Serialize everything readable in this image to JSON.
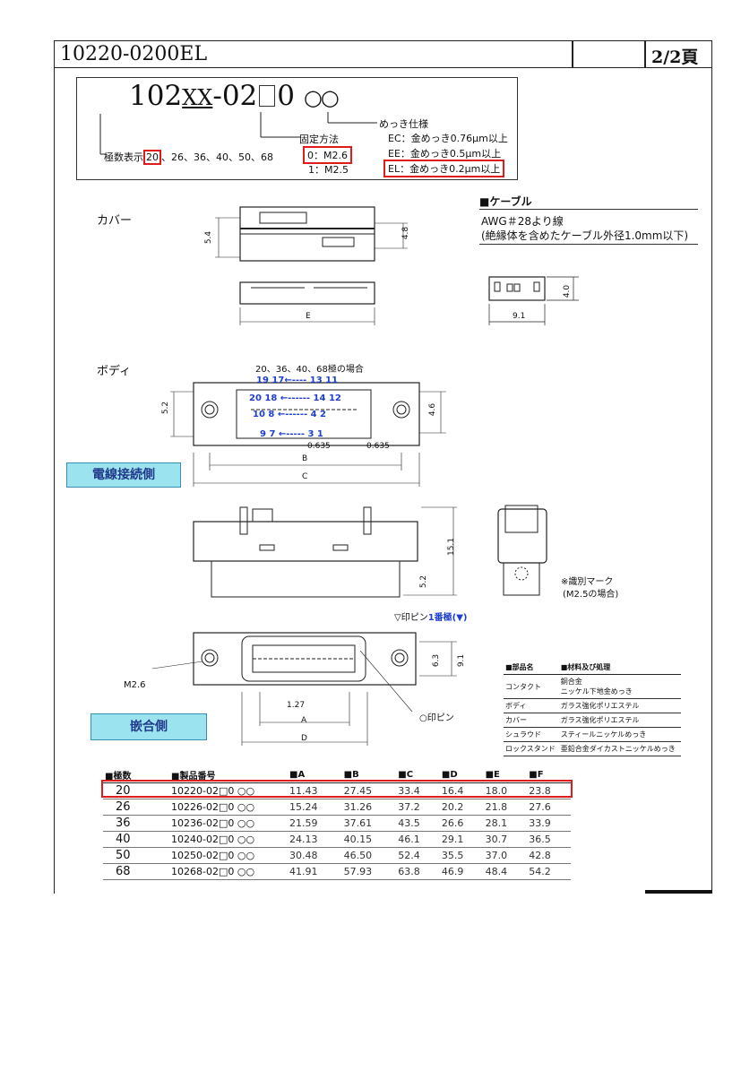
{
  "header": {
    "title": "10220-0200EL",
    "page": "2/2頁"
  },
  "code": {
    "prefix": "102",
    "xx": "XX",
    "mid": "-02",
    "tail": "0",
    "circles": "○○",
    "poles_label": "極数表示",
    "poles_selected": "20",
    "poles_rest": "、26、36、40、50、68",
    "fix_label": "固定方法",
    "fix_0": "0：M2.6",
    "fix_1": "1：M2.5",
    "plating_label": "めっき仕様",
    "plating_ec": "EC：金めっき0.76μm以上",
    "plating_ee": "EE：金めっき0.5μm以上",
    "plating_el": "EL：金めっき0.2μm以上"
  },
  "cable": {
    "title": "■ケーブル",
    "line1": "AWG＃28より線",
    "line2": "(絶縁体を含めたケーブル外径1.0mm以下)",
    "dim_h": "4.0",
    "dim_w": "9.1"
  },
  "cover": {
    "label": "カバー",
    "dim_left": "5.4",
    "dim_right": "4.8",
    "dim_e": "E"
  },
  "body": {
    "label": "ボディ",
    "note": "20、36、40、68極の場合",
    "dim_left": "5.2",
    "dim_right": "4.6",
    "pitch1": "0.635",
    "pitch2": "0.635",
    "dim_b": "B",
    "dim_c": "C",
    "pins_row1": "19 17←---- 13 11",
    "pins_row2": "20 18 ←------ 14 12",
    "pins_row3": "10 8 ←------ 4 2",
    "pins_row4": "9 7 ←----- 3 1",
    "side_label": "電線接続側"
  },
  "side": {
    "dim_h": "15.1",
    "dim_small": "5.2",
    "mark_note1": "※識別マーク",
    "mark_note2": "(M2.5の場合)"
  },
  "mating": {
    "pin1_label": "▽印ピン",
    "pin1_blue": "1番極(▼)",
    "m26": "M2.6",
    "dim_63": "6.3",
    "dim_91": "9.1",
    "pitch": "1.27",
    "dim_a": "A",
    "dim_d": "D",
    "circle_pin": "○印ピン",
    "side_label": "嵌合側"
  },
  "materials": {
    "headers": [
      "■部品名",
      "■材料及び処理"
    ],
    "rows": [
      [
        "コンタクト",
        "銅合金\nニッケル下地金めっき"
      ],
      [
        "ボディ",
        "ガラス強化ポリエステル"
      ],
      [
        "カバー",
        "ガラス強化ポリエステル"
      ],
      [
        "シュラウド",
        "スティールニッケルめっき"
      ],
      [
        "ロックスタンド",
        "亜鉛合金ダイカストニッケルめっき"
      ]
    ]
  },
  "dims_table": {
    "headers": [
      "■極数",
      "■製品番号",
      "■A",
      "■B",
      "■C",
      "■D",
      "■E",
      "■F"
    ],
    "rows": [
      [
        "20",
        "10220-02□0 ○○",
        "11.43",
        "27.45",
        "33.4",
        "16.4",
        "18.0",
        "23.8"
      ],
      [
        "26",
        "10226-02□0 ○○",
        "15.24",
        "31.26",
        "37.2",
        "20.2",
        "21.8",
        "27.6"
      ],
      [
        "36",
        "10236-02□0 ○○",
        "21.59",
        "37.61",
        "43.5",
        "26.6",
        "28.1",
        "33.9"
      ],
      [
        "40",
        "10240-02□0 ○○",
        "24.13",
        "40.15",
        "46.1",
        "29.1",
        "30.7",
        "36.5"
      ],
      [
        "50",
        "10250-02□0 ○○",
        "30.48",
        "46.50",
        "52.4",
        "35.5",
        "37.0",
        "42.8"
      ],
      [
        "68",
        "10268-02□0 ○○",
        "41.91",
        "57.93",
        "63.8",
        "46.9",
        "48.4",
        "54.2"
      ]
    ]
  }
}
